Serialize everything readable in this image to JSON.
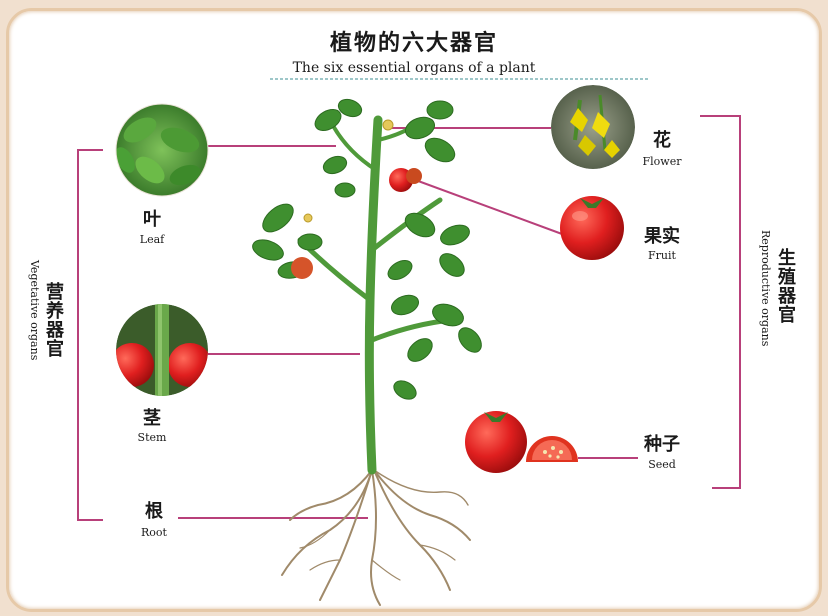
{
  "title": {
    "zh": "植物的六大器官",
    "en": "The six essential organs of a plant"
  },
  "groups": {
    "vegetative": {
      "zh": "营养器官",
      "en": "Vegetative organs"
    },
    "reproductive": {
      "zh": "生殖器官",
      "en": "Reproductive organs"
    }
  },
  "organs": {
    "leaf": {
      "zh": "叶",
      "en": "Leaf"
    },
    "stem": {
      "zh": "茎",
      "en": "Stem"
    },
    "root": {
      "zh": "根",
      "en": "Root"
    },
    "flower": {
      "zh": "花",
      "en": "Flower"
    },
    "fruit": {
      "zh": "果实",
      "en": "Fruit"
    },
    "seed": {
      "zh": "种子",
      "en": "Seed"
    }
  },
  "colors": {
    "connector": "#b8407a",
    "stem_green": "#4f9a3a",
    "leaf_green": "#3f8f2f",
    "tomato_red": "#d81e1e",
    "root_brown": "#a08a6a"
  }
}
